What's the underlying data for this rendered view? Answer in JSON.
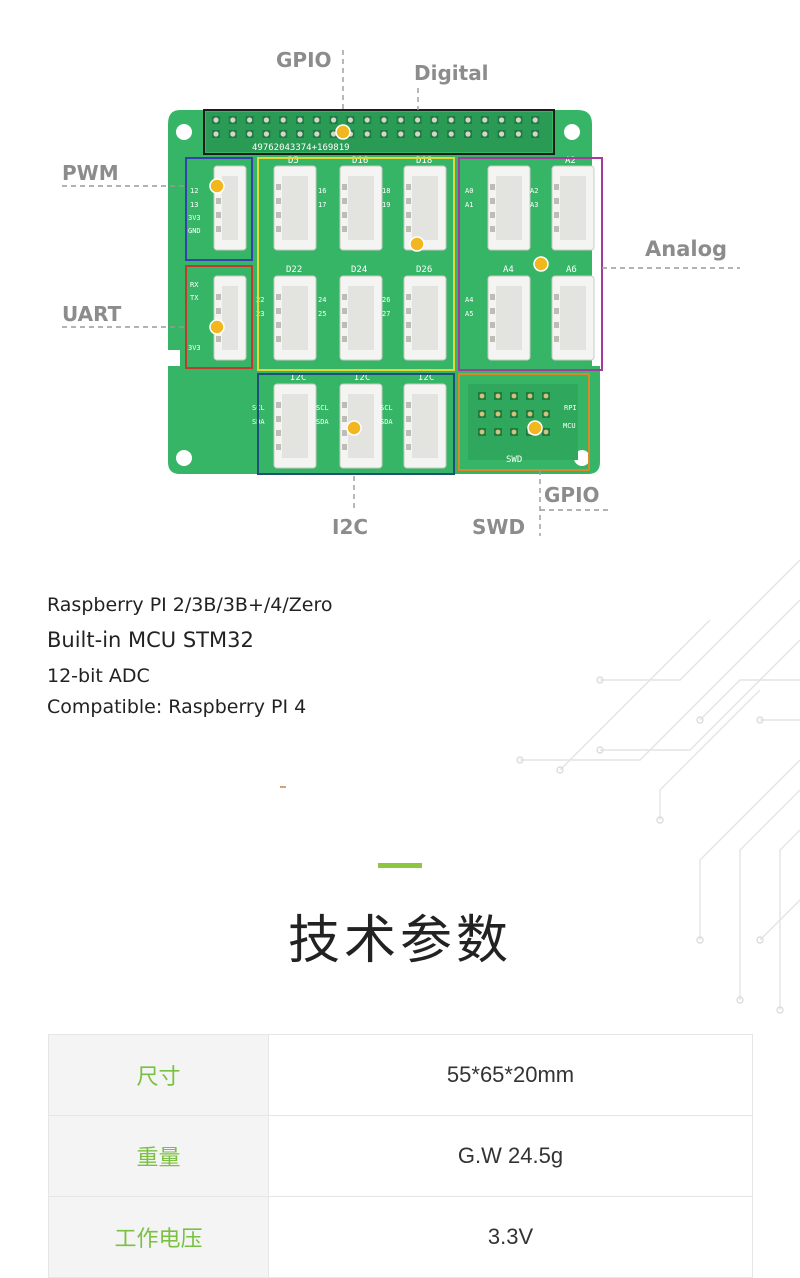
{
  "diagram": {
    "labels": {
      "gpio_top": "GPIO",
      "digital": "Digital",
      "pwm": "PWM",
      "uart": "UART",
      "analog": "Analog",
      "i2c": "I2C",
      "swd": "SWD",
      "gpio_bottom": "GPIO"
    },
    "silkscreen": {
      "header_text": "49762043374+169819",
      "d5": "D5",
      "d16": "D16",
      "d18": "D18",
      "d22": "D22",
      "d24": "D24",
      "d26": "D26",
      "a2": "A2",
      "a4": "A4",
      "a6": "A6",
      "i2c_a": "I2C",
      "i2c_b": "I2C",
      "i2c_c": "I2C",
      "swd_silk": "SWD",
      "rpi_silk": "RPI",
      "mcu_silk": "MCU",
      "pin_12": "12",
      "pin_13": "13",
      "pin_3v3": "3V3",
      "pin_gnd": "GND",
      "pin_16": "16",
      "pin_17": "17",
      "pin_18": "18",
      "pin_19": "19",
      "pin_22": "22",
      "pin_23": "23",
      "pin_24": "24",
      "pin_25": "25",
      "pin_26": "26",
      "pin_27": "27",
      "pin_a0": "A0",
      "pin_a1": "A1",
      "pin_a2": "A2",
      "pin_a3": "A3",
      "pin_a4": "A4",
      "pin_a5": "A5",
      "pin_rx": "RX",
      "pin_tx": "TX",
      "pin_scl": "SCL",
      "pin_sda": "SDA"
    },
    "colors": {
      "board": "#35b565",
      "gpio_box": "#1c1c1c",
      "digital_box": "#e3d83a",
      "pwm_box": "#3a3fb0",
      "uart_box": "#c23a2e",
      "analog_box": "#a23aa0",
      "i2c_box": "#1f4f7a",
      "swd_box": "#d88a2a",
      "marker": "#f2b61f"
    }
  },
  "features": [
    "Raspberry PI 2/3B/3B+/4/Zero",
    "Built-in MCU STM32",
    "12-bit ADC",
    "Compatible: Raspberry PI 4"
  ],
  "section": {
    "title": "技术参数",
    "accent_color": "#8dc63f"
  },
  "specs": [
    {
      "key": "尺寸",
      "value": "55*65*20mm"
    },
    {
      "key": "重量",
      "value": "G.W 24.5g"
    },
    {
      "key": "工作电压",
      "value": "3.3V"
    }
  ]
}
